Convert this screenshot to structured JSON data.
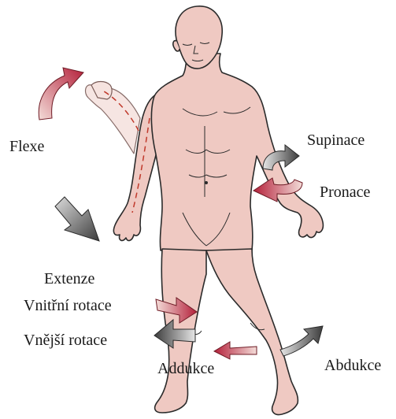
{
  "labels": {
    "flexion": "Flexe",
    "extension": "Extenze",
    "internal_rotation": "Vnitřní rotace",
    "external_rotation": "Vnější rotace",
    "adduction": "Addukce",
    "supination": "Supinace",
    "pronation": "Pronace",
    "abduction": "Abdukce"
  },
  "colors": {
    "skin": "#efc9c2",
    "outline": "#2b2b2b",
    "arrow_red": "#b4203a",
    "arrow_dark": "#4a4a4a",
    "arrow_light": "#f0d4cf"
  }
}
